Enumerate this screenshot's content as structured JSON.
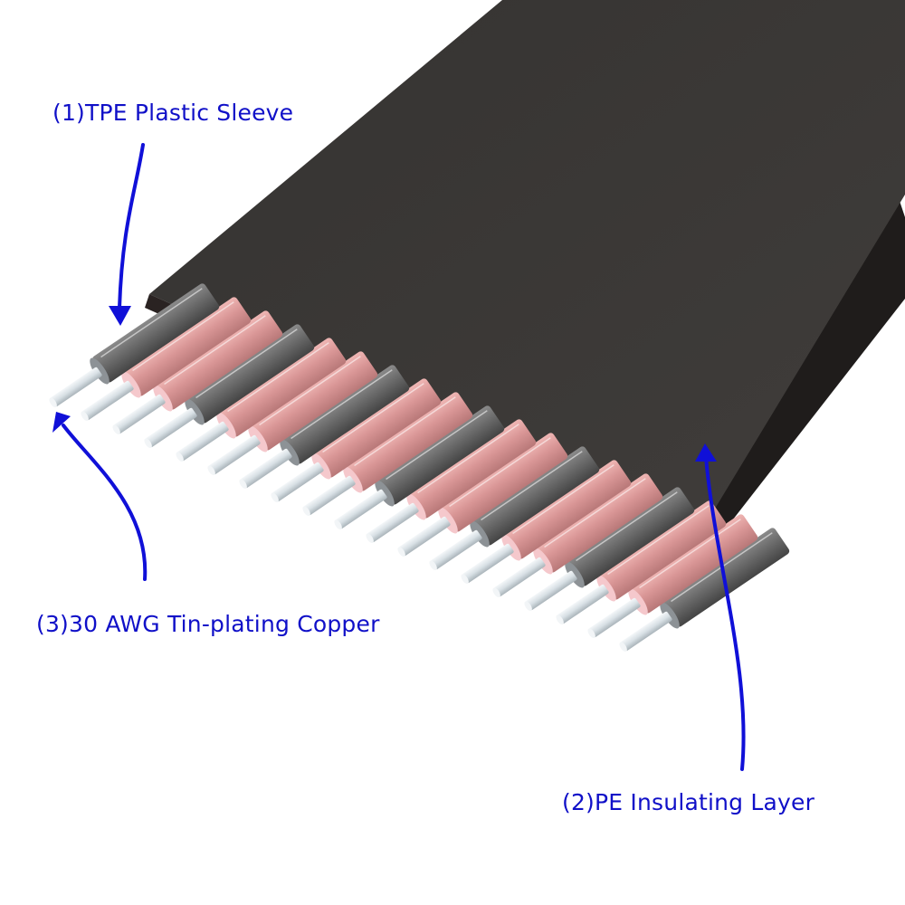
{
  "diagram": {
    "subject": "flat ribbon cable cross-section",
    "colors": {
      "background": "#ffffff",
      "label_text": "#1010c8",
      "arrow": "#1010d8",
      "jacket": "#3a3836",
      "jacket_edge": "#2a2624",
      "grey_sleeve": "#6c6c6c",
      "pink_sleeve": "#d99a9a",
      "pink_ring": "#f5c8cc",
      "conductor": "#dfe6ea"
    },
    "conductor_pattern": [
      "grey",
      "pink",
      "pink",
      "grey",
      "pink",
      "pink",
      "grey",
      "pink",
      "pink",
      "grey",
      "pink",
      "pink",
      "grey",
      "pink",
      "pink",
      "grey",
      "pink",
      "pink",
      "grey"
    ],
    "conductor_count": 19
  },
  "callouts": [
    {
      "id": "1",
      "text": "(1)TPE Plastic Sleeve",
      "target": "outer grey sleeve of first conductor"
    },
    {
      "id": "2",
      "text": "(2)PE Insulating Layer",
      "target": "flat black jacket"
    },
    {
      "id": "3",
      "text": "(3)30 AWG Tin-plating Copper",
      "target": "exposed silver conductor tip"
    }
  ]
}
